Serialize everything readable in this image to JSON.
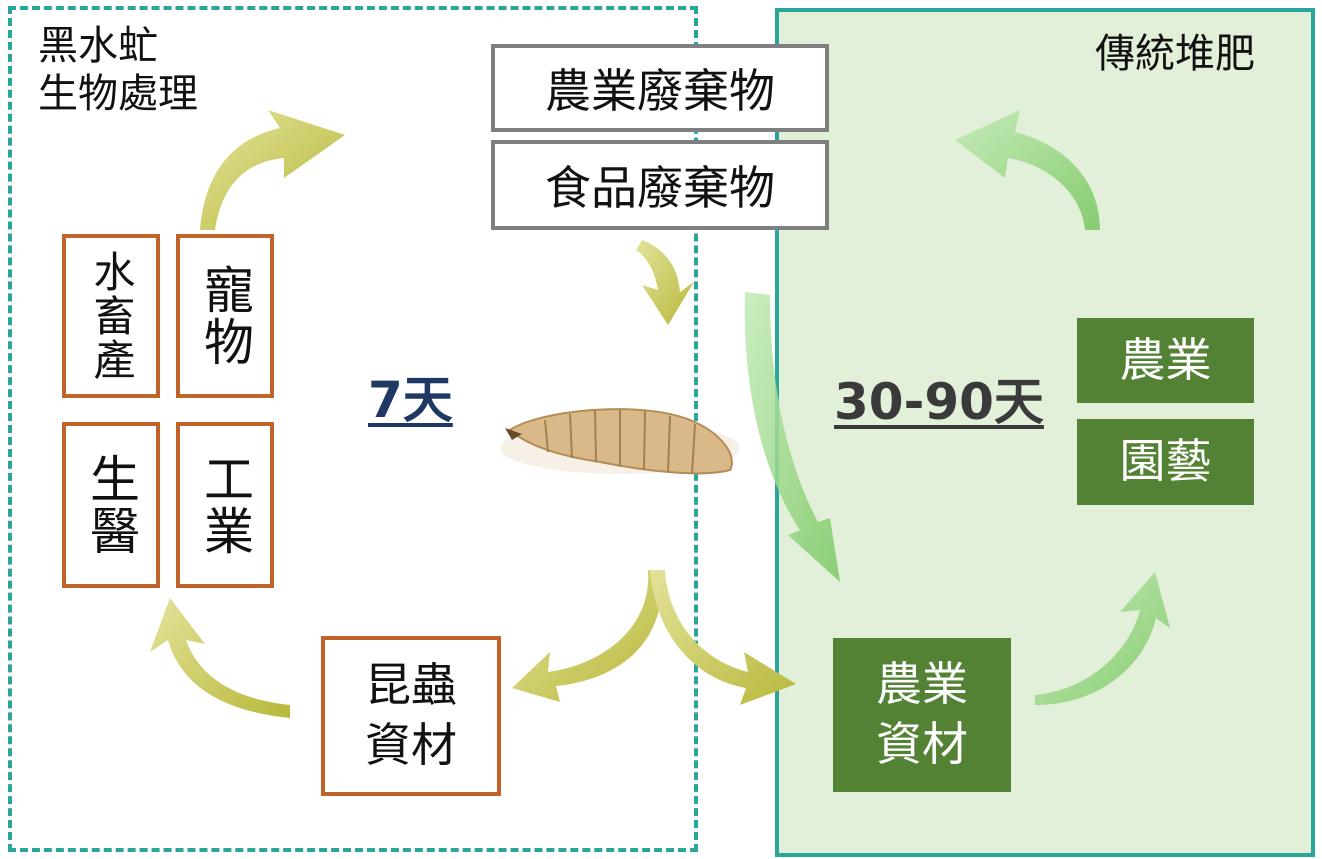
{
  "bsf_title_line1": "黑水虻",
  "bsf_title_line2": "生物處理",
  "compost_title": "傳統堆肥",
  "waste_agri": "農業廢棄物",
  "waste_food": "食品廢棄物",
  "app_livestock": "水畜產",
  "app_pet": "寵物",
  "app_biomed": "生醫",
  "app_industry": "工業",
  "days_bsf": "7天",
  "days_compost": "30-90天",
  "insect_material_line1": "昆蟲",
  "insect_material_line2": "資材",
  "agri_material_line1": "農業",
  "agri_material_line2": "資材",
  "use_agriculture": "農業",
  "use_horticulture": "園藝",
  "colors": {
    "dashed_border": "#2aa59a",
    "compost_bg": "#e2efd9",
    "green_box": "#548235",
    "orange_border": "#c0632b",
    "yellow_arrow": "#c9c95a",
    "green_arrow": "#8fd07a",
    "days_bsf": "#1f3864",
    "days_compost": "#3a3a3a"
  }
}
